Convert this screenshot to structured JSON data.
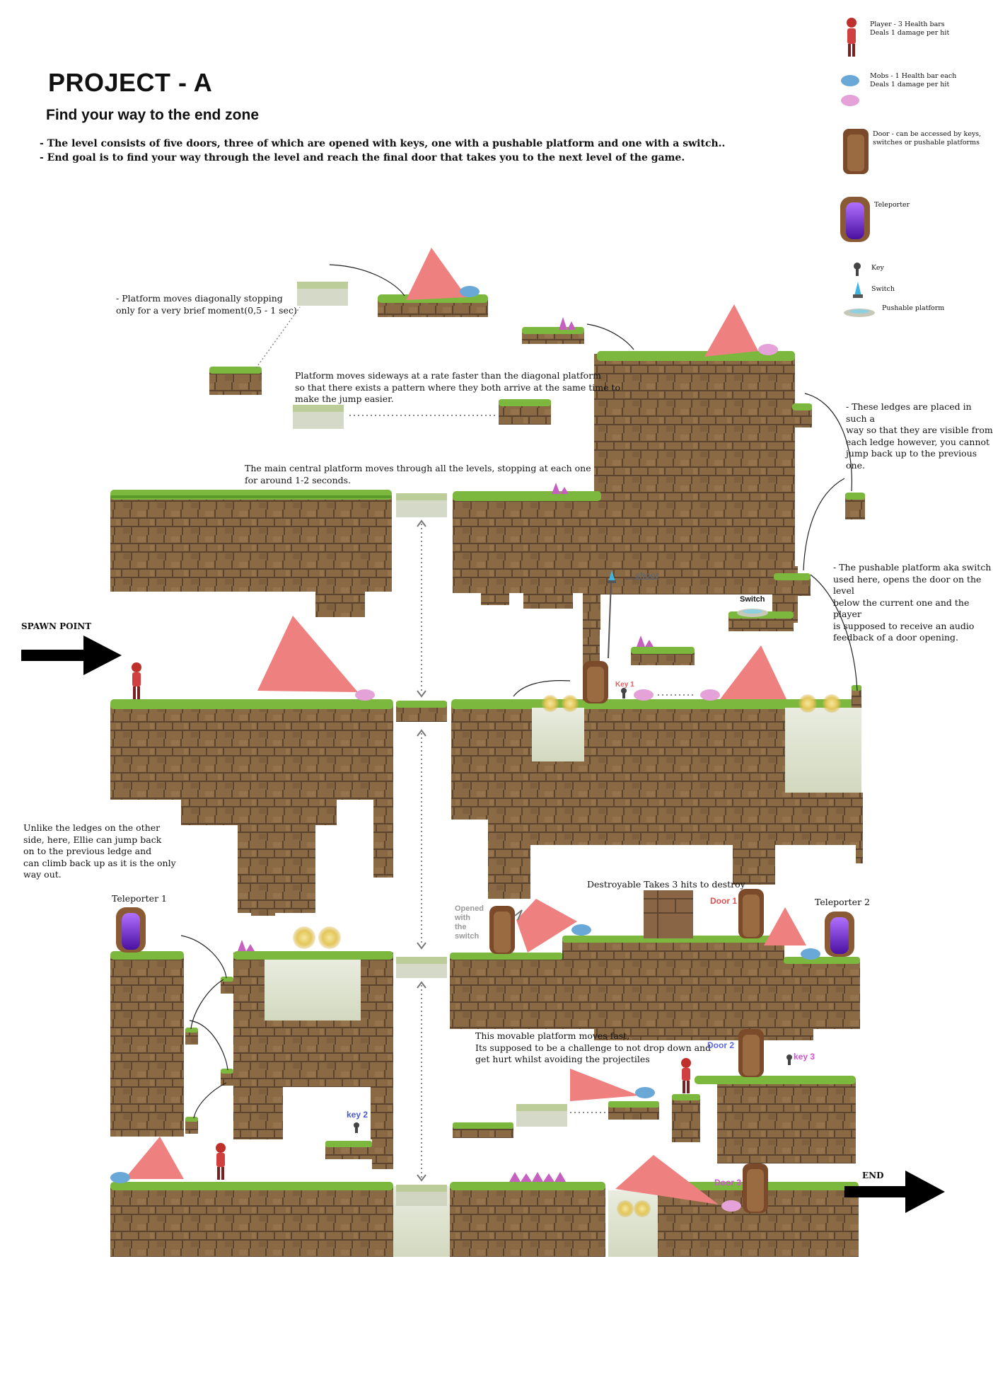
{
  "header": {
    "title": "PROJECT - A",
    "subtitle": "Find your way to the end zone",
    "description": [
      "- The level consists of five doors, three of which are opened with keys, one with a pushable platform and one with a switch..",
      "- End goal is to find your way through the level and reach the final door that takes you to the next level of the game."
    ]
  },
  "legend": {
    "player": "Player - 3 Health bars\nDeals 1 damage per hit",
    "mobs": "Mobs - 1 Health bar each\n Deals 1 damage per hit",
    "door": "Door - can be accessed by keys,\nswitches or pushable platforms",
    "teleporter": "Teleporter",
    "key": "Key",
    "switch": "Switch",
    "pushable": "Pushable platform"
  },
  "notes": {
    "diagonal": "- Platform moves diagonally stopping\nonly for a very brief moment(0,5 - 1 sec)",
    "sideways": "Platform moves sideways at a rate faster than the diagonal platform\nso that there exists a pattern where they both arrive at the same time to\nmake the jump easier.",
    "central": "The main central platform moves through all the levels, stopping at each one\nfor around 1-2 seconds.",
    "ledges_right": "- These ledges are placed in such a\nway so that they are visible from\neach ledge however, you cannot\njump back up to the previous one.",
    "pushable_note": "- The pushable platform aka switch\nused here, opens the door on the level\nbelow the current one and the player\nis supposed to receive an audio\nfeedback of a door opening.",
    "ledges_left": "Unlike the ledges on the other\nside, here, Ellie can jump back\non to the previous ledge and\ncan climb back up as it is the only\nway out.",
    "movable_fast": "This movable platform moves fast,\nIts supposed to be a challenge to not drop down and\nget hurt whilst avoiding the projectiles"
  },
  "labels": {
    "spawn": "SPAWN POINT",
    "end": "END",
    "shoot": "shoot",
    "switch": "Switch",
    "key1": "Key 1",
    "key2": "key 2",
    "key3": "key 3",
    "door1": "Door 1",
    "door2": "Door 2",
    "door3": "Door 3",
    "teleporter1": "Teleporter 1",
    "teleporter2": "Teleporter 2",
    "destroyable": "Destroyable Takes 3 hits to destroy",
    "opened_switch": "Opened\nwith\nthe\nswitch"
  },
  "colors": {
    "grass": "#7cb83e",
    "grass_dark": "#5a9a2a",
    "dirt": "#8c6b45",
    "dirt_dark": "#6e5234",
    "hazard": "#ee8080",
    "pit": "#dfe4d2",
    "door": "#7a4a2a",
    "portal": "#6a1fd0",
    "key1": "#e06060",
    "door_label_red": "#e05050",
    "door_label_blue": "#5a6ae0",
    "door_label_pink": "#d055d0",
    "key_label_blue": "#4a5ad0",
    "key_label_pink": "#d055d0"
  }
}
